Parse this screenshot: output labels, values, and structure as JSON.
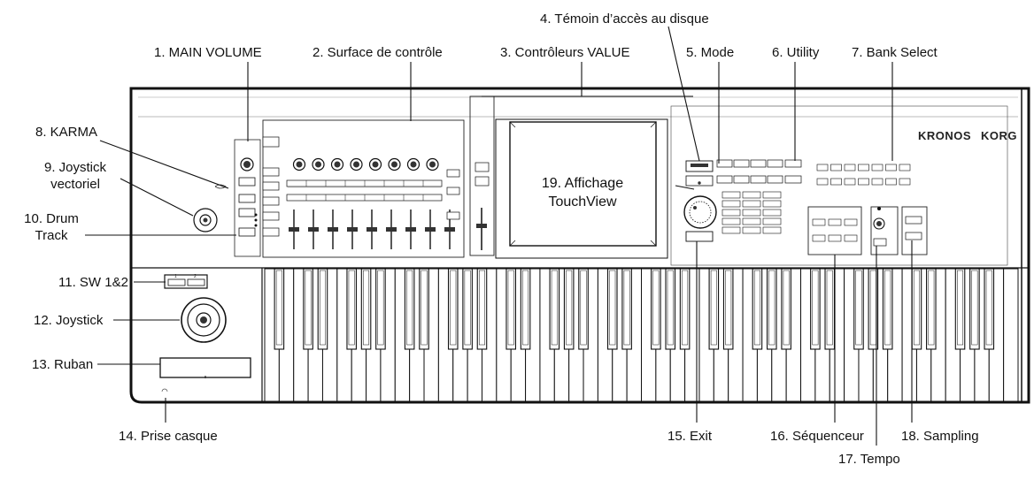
{
  "labels": {
    "main_volume": "1. MAIN VOLUME",
    "control_surface": "2. Surface de contrôle",
    "value_controllers": "3. Contrôleurs VALUE",
    "disk_access": "4. Témoin d’accès au disque",
    "mode": "5. Mode",
    "utility": "6. Utility",
    "bank_select": "7. Bank Select",
    "karma": "8. KARMA",
    "vector_joystick_1": "9. Joystick",
    "vector_joystick_2": "vectoriel",
    "drum_track_1": "10. Drum",
    "drum_track_2": "Track",
    "sw12": "11. SW 1&2",
    "joystick": "12. Joystick",
    "ribbon": "13. Ruban",
    "headphone": "14. Prise casque",
    "exit": "15. Exit",
    "sequencer": "16. Séquenceur",
    "tempo": "17. Tempo",
    "sampling": "18. Sampling",
    "touchview_1": "19. Affichage",
    "touchview_2": "TouchView"
  },
  "panel": {
    "brand": "KRONOS",
    "maker": "KORG",
    "sw1": "1",
    "sw2": "2"
  }
}
